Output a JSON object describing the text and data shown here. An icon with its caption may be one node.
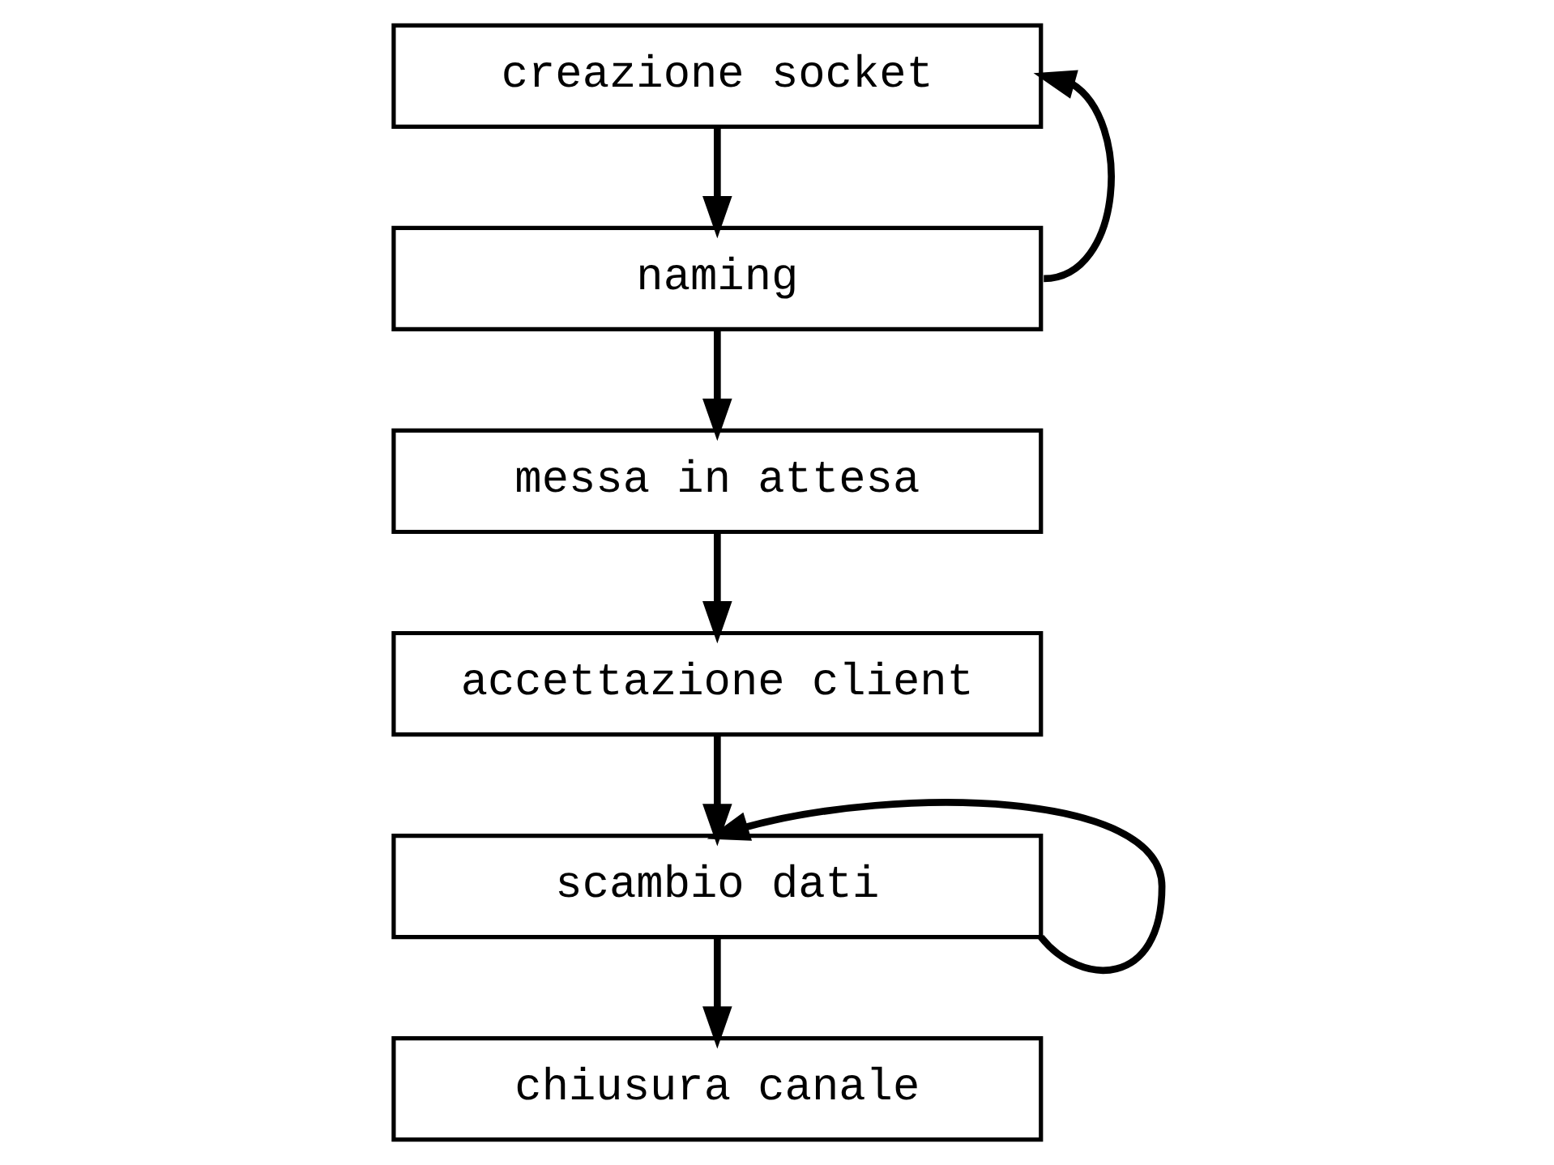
{
  "diagram": {
    "nodes": [
      {
        "text": [
          "creazione socket"
        ]
      },
      {
        "text": [
          "naming"
        ]
      },
      {
        "text": [
          "messa in attesa"
        ]
      },
      {
        "text": [
          "accettazione client"
        ]
      },
      {
        "text": [
          "scambio dati"
        ]
      },
      {
        "text": [
          "chiusura canale"
        ]
      }
    ],
    "edges": [
      {
        "from": 0,
        "to": 1,
        "arrow": "to"
      },
      {
        "from": 1,
        "to": 2,
        "arrow": "to"
      },
      {
        "from": 2,
        "to": 3,
        "arrow": "to"
      },
      {
        "from": 3,
        "to": 4,
        "arrow": "to"
      },
      {
        "from": 4,
        "to": 4,
        "arrow": "to"
      },
      {
        "from": 4,
        "to": 5,
        "arrow": "to"
      },
      {
        "from": 1,
        "to": 0,
        "arrow": "to"
      }
    ]
  }
}
